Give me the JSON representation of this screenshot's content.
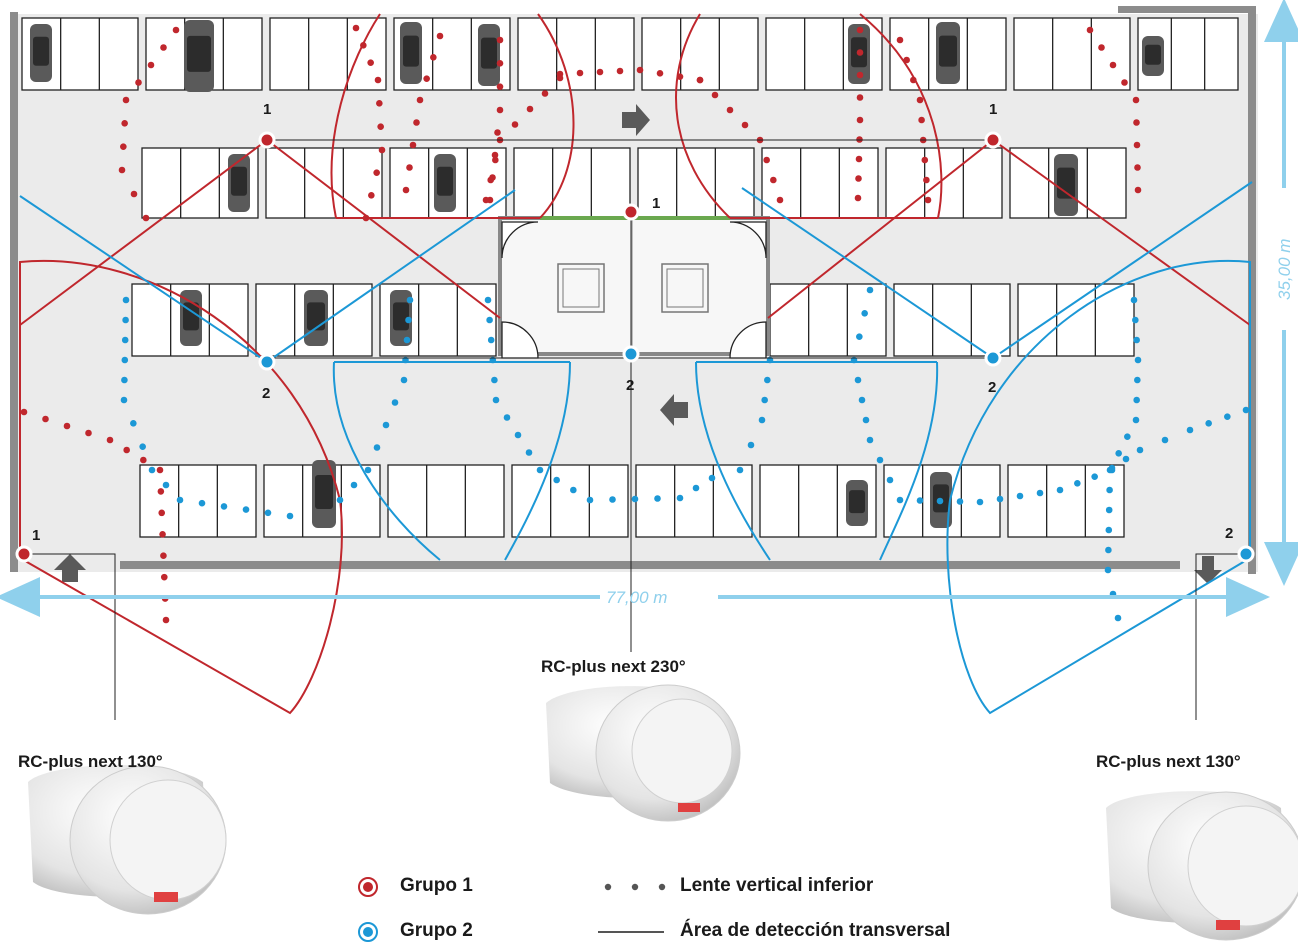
{
  "plan": {
    "width_label": "77,00 m",
    "height_label": "35,00 m"
  },
  "sensor_numbers": {
    "group1": "1",
    "group2": "2"
  },
  "products": {
    "left": "RC-plus next 130°",
    "center": "RC-plus next 230°",
    "right": "RC-plus next 130°"
  },
  "legend": {
    "group1": "Grupo 1",
    "group2": "Grupo 2",
    "dots": "Lente vertical inferior",
    "line": "Área de detección transversal"
  },
  "colors": {
    "group1": "#c0272d",
    "group2": "#1c98d6",
    "dimension": "#8fd0ec",
    "floor": "#ebebeb",
    "wall": "#8c8c8c"
  }
}
